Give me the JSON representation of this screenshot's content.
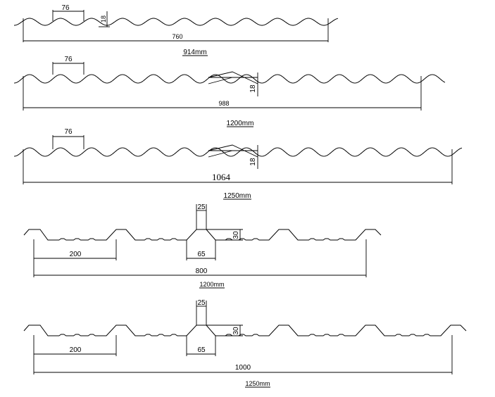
{
  "profiles": [
    {
      "id": "p1",
      "pitch_label": "76",
      "height_label": "18",
      "cover_label": "760",
      "total_label": "914mm"
    },
    {
      "id": "p2",
      "pitch_label": "76",
      "height_label": "18",
      "cover_label": "988",
      "total_label": "1200mm"
    },
    {
      "id": "p3",
      "pitch_label": "76",
      "height_label": "18",
      "cover_label": "1064",
      "total_label": "1250mm"
    },
    {
      "id": "p4",
      "top_label": "25",
      "height_label": "30",
      "valley_label": "200",
      "base_label": "65",
      "cover_label": "800",
      "total_label": "1200mm"
    },
    {
      "id": "p5",
      "top_label": "25",
      "height_label": "30",
      "valley_label": "200",
      "base_label": "65",
      "cover_label": "1000",
      "total_label": "1250mm"
    }
  ]
}
